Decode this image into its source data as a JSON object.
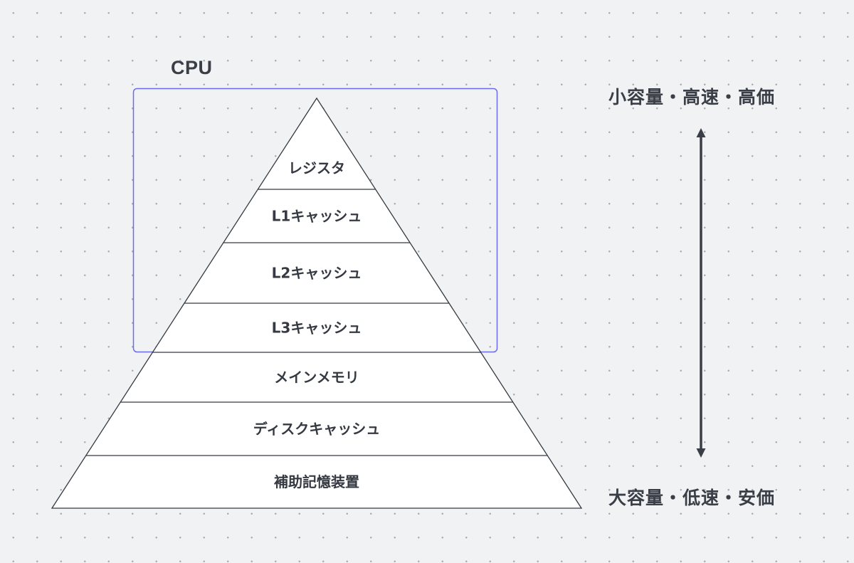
{
  "diagram": {
    "title": "Memory hierarchy",
    "cpu_group": {
      "label": "CPU",
      "border_color": "#6b6bef"
    },
    "pyramid": {
      "fill": "#ffffff",
      "stroke": "#353a42",
      "levels": [
        {
          "label": "レジスタ",
          "in_cpu": true
        },
        {
          "label": "L1キャッシュ",
          "in_cpu": true
        },
        {
          "label": "L2キャッシュ",
          "in_cpu": true
        },
        {
          "label": "L3キャッシュ",
          "in_cpu": true
        },
        {
          "label": "メインメモリ",
          "in_cpu": false
        },
        {
          "label": "ディスクキャッシュ",
          "in_cpu": false
        },
        {
          "label": "補助記憶装置",
          "in_cpu": false
        }
      ]
    },
    "scale": {
      "top_label": "小容量・高速・高価",
      "bottom_label": "大容量・低速・安価",
      "arrow_icon": "double-arrow-vertical",
      "arrow_color": "#3a3f47"
    },
    "text_color": "#353a42",
    "background": "#f1f2f4"
  }
}
